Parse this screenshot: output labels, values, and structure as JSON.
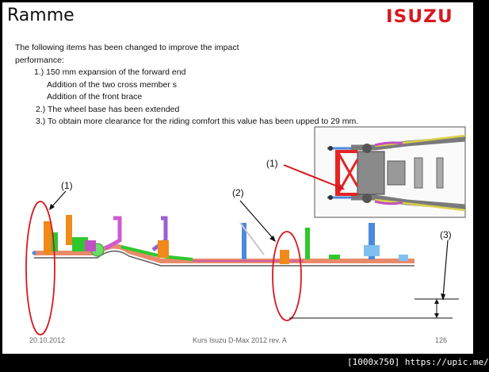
{
  "slide": {
    "title": "Ramme",
    "logo_text": "ISUZU",
    "brand_color": "#d71920",
    "body": {
      "intro": "The following items has been changed to improve the impact",
      "intro2": "performance:",
      "item1": "1.) 150 mm expansion of the forward end",
      "item1a": "Addition of the two cross member s",
      "item1b": "Addition of the front brace",
      "item2": "2.) The wheel base has been extended",
      "item3": "3.) To obtain more clearance for the riding comfort this value has been upped to 29 mm."
    },
    "callouts": {
      "one": "(1)",
      "two": "(2)",
      "three": "(3)",
      "inset_one": "(1)"
    },
    "footer": {
      "date": "20.10.2012",
      "course": "Kurs Isuzu D-Max 2012 rev. A",
      "page": "126"
    }
  },
  "watermark": "[1000x750] https://upic.me/"
}
